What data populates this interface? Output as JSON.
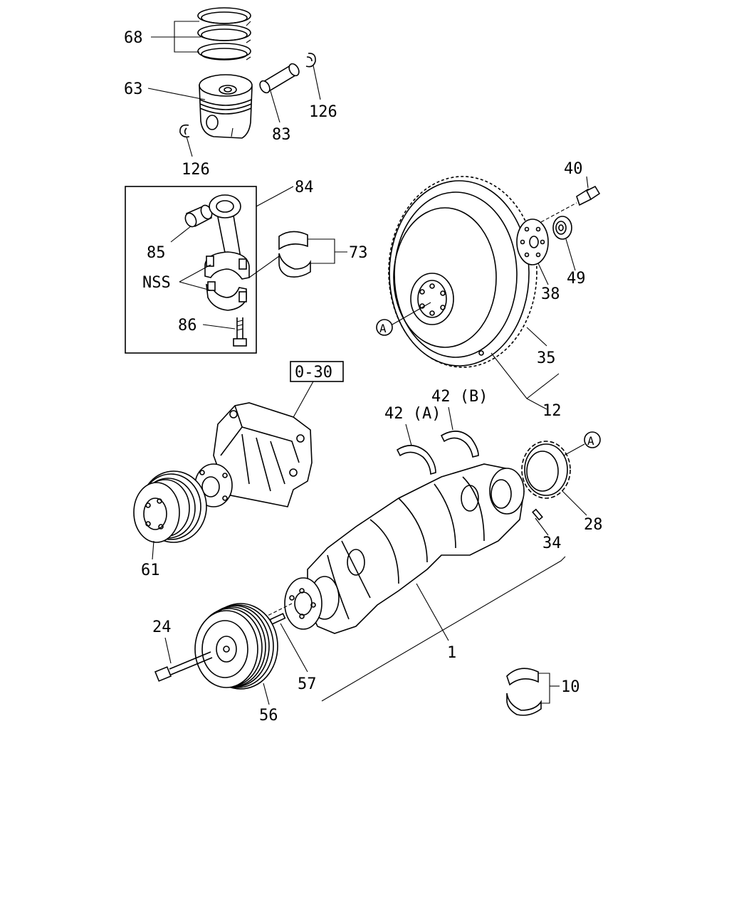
{
  "labels": {
    "l68": "68",
    "l63": "63",
    "l126a": "126",
    "l126b": "126",
    "l83": "83",
    "l84": "84",
    "l85": "85",
    "lnss": "NSS",
    "l73": "73",
    "l86": "86",
    "l40": "40",
    "l49": "49",
    "l38": "38",
    "l35": "35",
    "l12": "12",
    "l030": "0-30",
    "l42a": "42 (A)",
    "l42b": "42 (B)",
    "l28": "28",
    "l34": "34",
    "l61": "61",
    "l1": "1",
    "l24": "24",
    "l57": "57",
    "l56": "56",
    "l10": "10",
    "refA1": "A",
    "refA2": "A"
  }
}
